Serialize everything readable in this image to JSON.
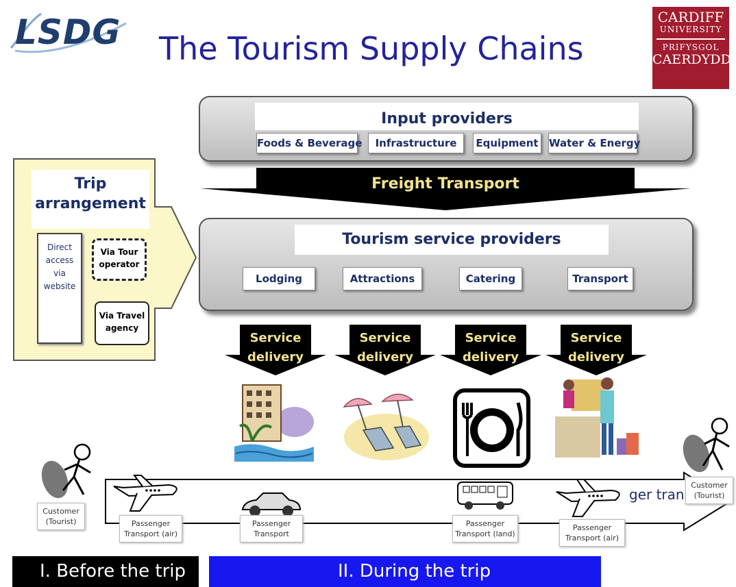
{
  "header": {
    "logo_text": "LSDG",
    "title": "The Tourism Supply Chains",
    "university_logo": [
      "CARDIFF",
      "UNIVERSITY",
      "PRIFYSGOL",
      "CAERDYDD"
    ]
  },
  "input_providers": {
    "title": "Input providers",
    "items": [
      "Foods & Beverage",
      "Infrastructure",
      "Equipment",
      "Water & Energy"
    ]
  },
  "freight": {
    "label": "Freight Transport"
  },
  "trip_arrangement": {
    "title_line1": "Trip",
    "title_line2": "arrangement",
    "direct": [
      "Direct",
      "access",
      "via",
      "website"
    ],
    "tour_operator": [
      "Via Tour",
      "operator"
    ],
    "travel_agency": [
      "Via Travel",
      "agency"
    ]
  },
  "tourism_services": {
    "title": "Tourism service providers",
    "items": [
      "Lodging",
      "Attractions",
      "Catering",
      "Transport"
    ]
  },
  "service_delivery": [
    [
      "Service",
      "delivery"
    ],
    [
      "Service",
      "delivery"
    ],
    [
      "Service",
      "delivery"
    ],
    [
      "Service",
      "delivery"
    ]
  ],
  "passenger_band": {
    "label": "ger trans"
  },
  "captions": {
    "customer_left": [
      "Customer",
      "(Tourist)"
    ],
    "air_left": [
      "Passenger",
      "Transport (air)"
    ],
    "car": [
      "Passenger",
      "Transport"
    ],
    "land": [
      "Passenger",
      "Transport (land)"
    ],
    "air_right": [
      "Passenger",
      "Transport (air)"
    ],
    "customer_right": [
      "Customer",
      "(Tourist)"
    ]
  },
  "phases": {
    "before": "I. Before the trip",
    "during": "II. During the trip"
  }
}
